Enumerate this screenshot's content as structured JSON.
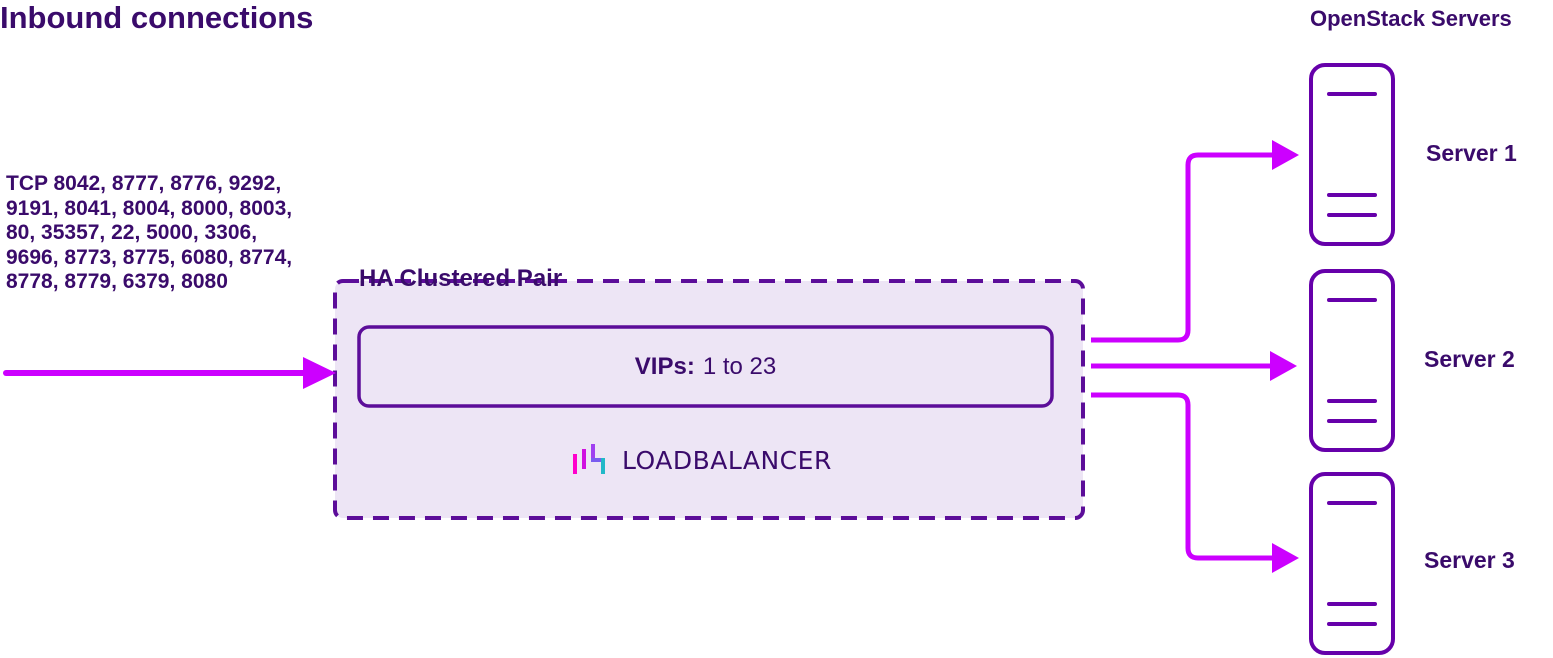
{
  "title": "Inbound connections",
  "servers_title": "OpenStack Servers",
  "ports_text": "TCP 8042, 8777, 8776, 9292, 9191, 8041, 8004, 8000, 8003, 80, 35357, 22, 5000, 3306, 9696, 8773, 8775, 6080, 8774, 8778, 8779, 6379, 8080",
  "cluster": {
    "label": "HA Clustered Pair",
    "vip_label": "VIPs:",
    "vip_value": "1 to 23"
  },
  "logo": {
    "text": "LOADBALANCER"
  },
  "servers": [
    {
      "label": "Server 1"
    },
    {
      "label": "Server 2"
    },
    {
      "label": "Server 3"
    }
  ],
  "colors": {
    "text": "#3a0b6b",
    "arrow": "#cc00ff",
    "server": "#6600aa",
    "cluster_fill": "#ede5f5",
    "cluster_border": "#5c0d99"
  }
}
